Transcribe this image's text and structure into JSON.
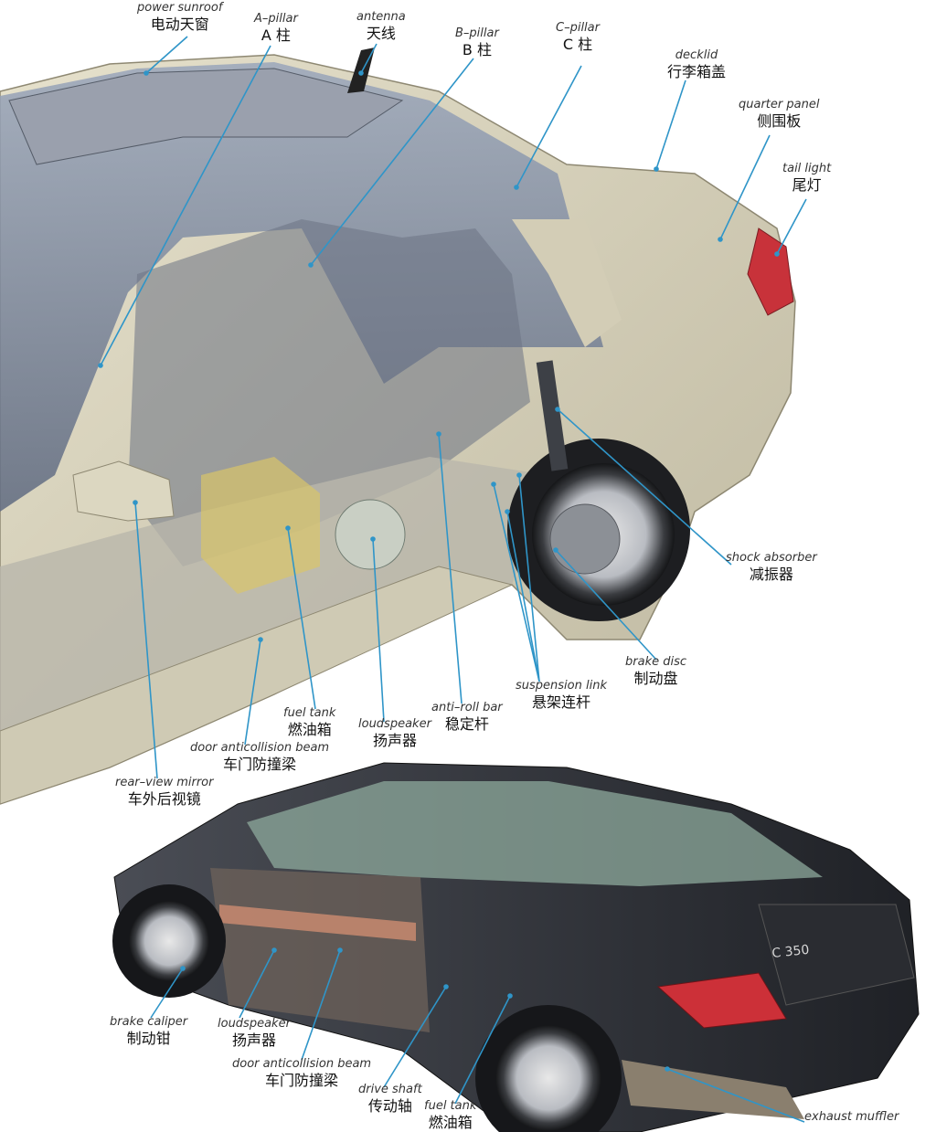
{
  "colors": {
    "leader": "#2f95c8",
    "car_top_body": "#d7d2bd",
    "car_bottom_body": "#2e3035",
    "glass": "#7f8fa6",
    "tail_light": "#c8323a"
  },
  "top_car": {
    "labels": [
      {
        "id": "power-sunroof",
        "en": "power sunroof",
        "zh": "电动天窗"
      },
      {
        "id": "a-pillar",
        "en": "A–pillar",
        "zh": "A 柱"
      },
      {
        "id": "antenna",
        "en": "antenna",
        "zh": "天线"
      },
      {
        "id": "b-pillar",
        "en": "B–pillar",
        "zh": "B 柱"
      },
      {
        "id": "c-pillar",
        "en": "C–pillar",
        "zh": "C 柱"
      },
      {
        "id": "decklid",
        "en": "decklid",
        "zh": "行李箱盖"
      },
      {
        "id": "quarter-panel",
        "en": "quarter panel",
        "zh": "侧围板"
      },
      {
        "id": "tail-light",
        "en": "tail light",
        "zh": "尾灯"
      },
      {
        "id": "shock-absorber",
        "en": "shock absorber",
        "zh": "减振器"
      },
      {
        "id": "brake-disc",
        "en": "brake disc",
        "zh": "制动盘"
      },
      {
        "id": "suspension-link",
        "en": "suspension link",
        "zh": "悬架连杆"
      },
      {
        "id": "anti-roll-bar",
        "en": "anti–roll bar",
        "zh": "稳定杆"
      },
      {
        "id": "loudspeaker",
        "en": "loudspeaker",
        "zh": "扬声器"
      },
      {
        "id": "fuel-tank",
        "en": "fuel tank",
        "zh": "燃油箱"
      },
      {
        "id": "door-anticollision-beam",
        "en": "door anticollision beam",
        "zh": "车门防撞梁"
      },
      {
        "id": "rear-view-mirror",
        "en": "rear–view mirror",
        "zh": "车外后视镜"
      }
    ]
  },
  "bottom_car": {
    "badge": "C 350",
    "labels": [
      {
        "id": "brake-caliper",
        "en": "brake caliper",
        "zh": "制动钳"
      },
      {
        "id": "loudspeaker",
        "en": "loudspeaker",
        "zh": "扬声器"
      },
      {
        "id": "door-anticollision-beam",
        "en": "door anticollision beam",
        "zh": "车门防撞梁"
      },
      {
        "id": "drive-shaft",
        "en": "drive shaft",
        "zh": "传动轴"
      },
      {
        "id": "fuel-tank",
        "en": "fuel tank",
        "zh": "燃油箱"
      },
      {
        "id": "exhaust-muffler",
        "en": "exhaust muffler",
        "zh": ""
      }
    ]
  }
}
